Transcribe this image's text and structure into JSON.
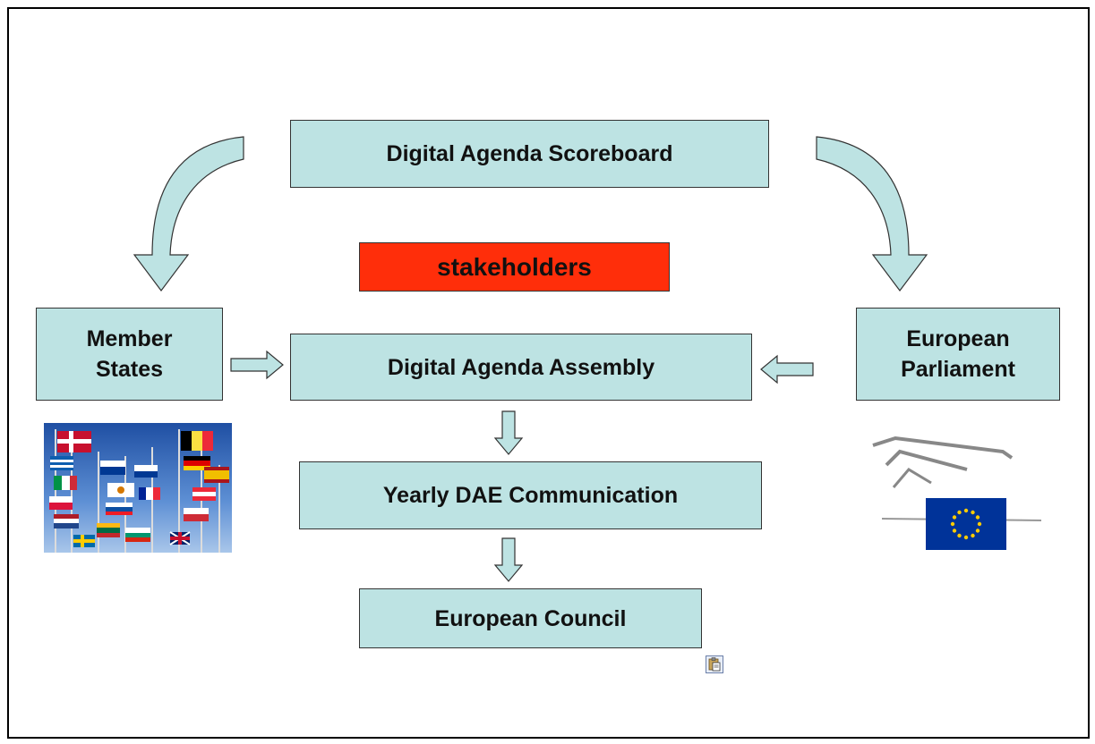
{
  "diagram": {
    "nodes": {
      "scoreboard": "Digital Agenda Scoreboard",
      "stakeholders": "stakeholders",
      "member_states": "Member\nStates",
      "assembly": "Digital Agenda Assembly",
      "parliament": "European\nParliament",
      "communication": "Yearly DAE Communication",
      "council": "European Council"
    },
    "edges": [
      {
        "from": "scoreboard",
        "to": "member_states"
      },
      {
        "from": "scoreboard",
        "to": "parliament"
      },
      {
        "from": "member_states",
        "to": "assembly"
      },
      {
        "from": "parliament",
        "to": "assembly"
      },
      {
        "from": "assembly",
        "to": "communication"
      },
      {
        "from": "communication",
        "to": "council"
      }
    ],
    "colors": {
      "box_fill": "#bde3e3",
      "highlight_fill": "#ff2e0a",
      "arrow_fill": "#bde3e3"
    },
    "images": {
      "left": "eu-flags-photo",
      "right": "european-parliament-logo"
    },
    "icons": [
      "paste-options-icon"
    ]
  }
}
